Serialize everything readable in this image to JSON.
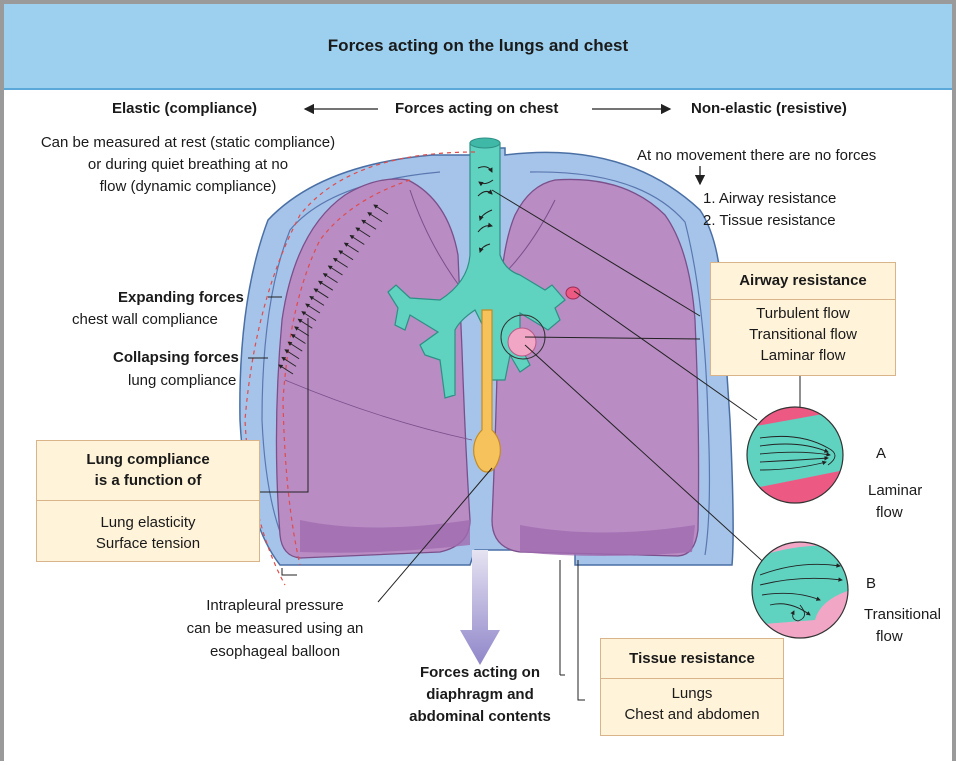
{
  "title": "Forces acting on the lungs and chest",
  "top_labels": {
    "elastic": "Elastic (compliance)",
    "chest": "Forces acting on chest",
    "non_elastic": "Non-elastic (resistive)"
  },
  "static_note": [
    "Can be measured at rest (static compliance)",
    "or during quiet breathing at no",
    "flow (dynamic compliance)"
  ],
  "no_movement": "At no movement there are no forces",
  "resistance_list": [
    "1. Airway resistance",
    "2. Tissue resistance"
  ],
  "expanding": {
    "title": "Expanding forces",
    "sub": "chest wall compliance"
  },
  "collapsing": {
    "title": "Collapsing forces",
    "sub": "lung compliance"
  },
  "lung_compliance_box": {
    "heading": [
      "Lung compliance",
      "is a function of"
    ],
    "items": [
      "Lung elasticity",
      "Surface tension"
    ]
  },
  "airway_box": {
    "heading": "Airway resistance",
    "items": [
      "Turbulent flow",
      "Transitional flow",
      "Laminar flow"
    ]
  },
  "tissue_box": {
    "heading": "Tissue resistance",
    "items": [
      "Lungs",
      "Chest and abdomen"
    ]
  },
  "intrapleural": [
    "Intrapleural pressure",
    "can be measured using an",
    "esophageal balloon"
  ],
  "diaphragm": [
    "Forces acting on",
    "diaphragm and",
    "abdominal contents"
  ],
  "flow_a": {
    "letter": "A",
    "label": [
      "Laminar",
      "flow"
    ]
  },
  "flow_b": {
    "letter": "B",
    "label": [
      "Transitional",
      "flow"
    ]
  },
  "colors": {
    "header": "#9dd0ee",
    "chest": "#a4c4e8",
    "lung": "#b98cc4",
    "trachea": "#5fd2c0",
    "box": "#fff3d9",
    "vessel_red": "#ec5a84",
    "vessel_pink": "#f2a6c6"
  }
}
